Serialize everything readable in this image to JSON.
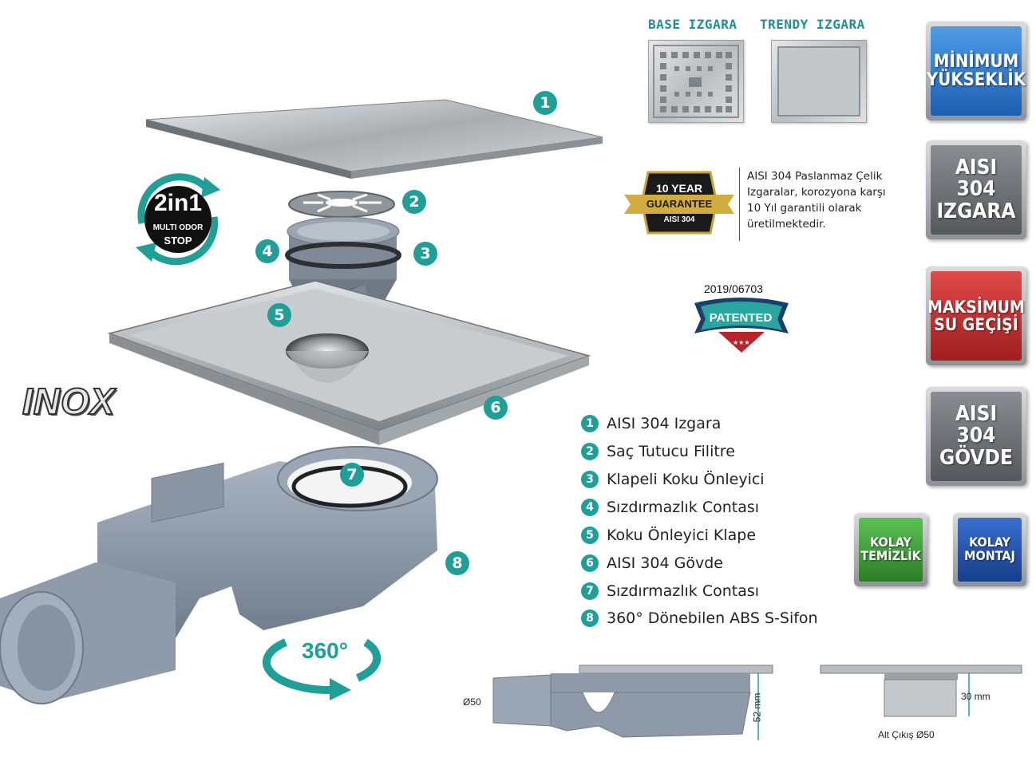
{
  "grates": {
    "base_label": "BASE IZGARA",
    "trendy_label": "TRENDY IZGARA"
  },
  "badges": {
    "min_height": [
      "MİNİMUM",
      "YÜKSEKLİK"
    ],
    "aisi_grate": [
      "AISI",
      "304",
      "IZGARA"
    ],
    "max_flow": [
      "MAKSİMUM",
      "SU GEÇİŞİ"
    ],
    "aisi_body": [
      "AISI",
      "304",
      "GÖVDE"
    ],
    "easy_clean": [
      "KOLAY",
      "TEMİZLİK"
    ],
    "easy_mount": [
      "KOLAY",
      "MONTAJ"
    ]
  },
  "guarantee": {
    "top": "10 YEAR",
    "middle": "GUARANTEE",
    "bottom": "AISI 304",
    "description": [
      "AISI 304 Paslanmaz Çelik",
      "Izgaralar, korozyona karşı",
      "10 Yıl garantili olarak",
      "üretilmektedir."
    ]
  },
  "patent": {
    "number": "2019/06703",
    "label": "PATENTED"
  },
  "stop_badge": {
    "big": "2in1",
    "line1": "MULTI ODOR",
    "line2": "STOP"
  },
  "inox_logo": "INOX",
  "rotation_label": "360°",
  "callouts": [
    "1",
    "2",
    "3",
    "4",
    "5",
    "6",
    "7",
    "8"
  ],
  "legend": [
    {
      "num": "1",
      "text": "AISI 304 Izgara"
    },
    {
      "num": "2",
      "text": "Saç Tutucu Filitre"
    },
    {
      "num": "3",
      "text": "Klapeli Koku Önleyici"
    },
    {
      "num": "4",
      "text": "Sızdırmazlık Contası"
    },
    {
      "num": "5",
      "text": "Koku Önleyici Klape"
    },
    {
      "num": "6",
      "text": "AISI 304 Gövde"
    },
    {
      "num": "7",
      "text": "Sızdırmazlık Contası"
    },
    {
      "num": "8",
      "text": "360° Dönebilen ABS S-Sifon"
    }
  ],
  "dimensions": {
    "outlet_diameter": "Ø50",
    "side_height": "52 mm",
    "bottom_height": "30 mm",
    "bottom_outlet": "Alt Çıkış Ø50"
  },
  "colors": {
    "teal": "#1f9f98",
    "blue_badge": "#2d7fd0",
    "red_badge": "#c42a2a",
    "green_badge": "#3fa63a",
    "navy_badge": "#1e4fa8",
    "gray_badge": "#6f7377",
    "siphon_gray": "#8e9aa8"
  }
}
